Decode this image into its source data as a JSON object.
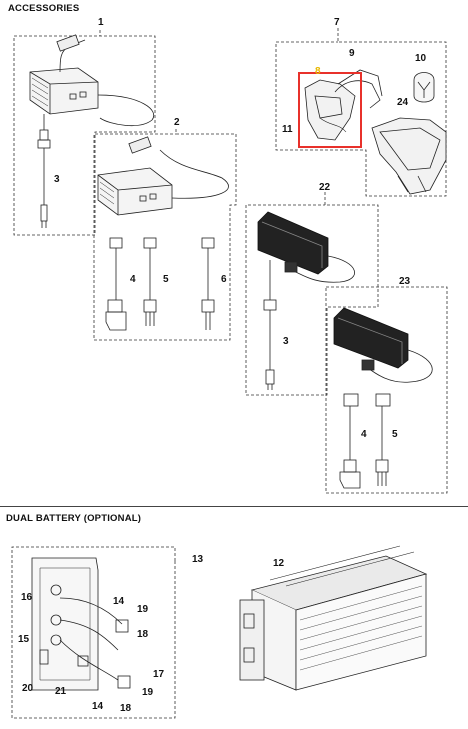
{
  "sections": {
    "accessories": "ACCESSORIES",
    "dual_battery": "DUAL BATTERY (OPTIONAL)"
  },
  "callouts": {
    "c1": "1",
    "c2": "2",
    "c3a": "3",
    "c3b": "3",
    "c4a": "4",
    "c4b": "4",
    "c5a": "5",
    "c5b": "5",
    "c6": "6",
    "c7": "7",
    "c8": "8",
    "c9": "9",
    "c10": "10",
    "c11": "11",
    "c12": "12",
    "c13": "13",
    "c14a": "14",
    "c14b": "14",
    "c15": "15",
    "c16": "16",
    "c17": "17",
    "c18a": "18",
    "c18b": "18",
    "c19a": "19",
    "c19b": "19",
    "c20": "20",
    "c21": "21",
    "c22": "22",
    "c23": "23",
    "c24": "24"
  },
  "colors": {
    "highlight_box": "#e8312b",
    "highlight_number": "#e8b800",
    "line": "#222222"
  }
}
